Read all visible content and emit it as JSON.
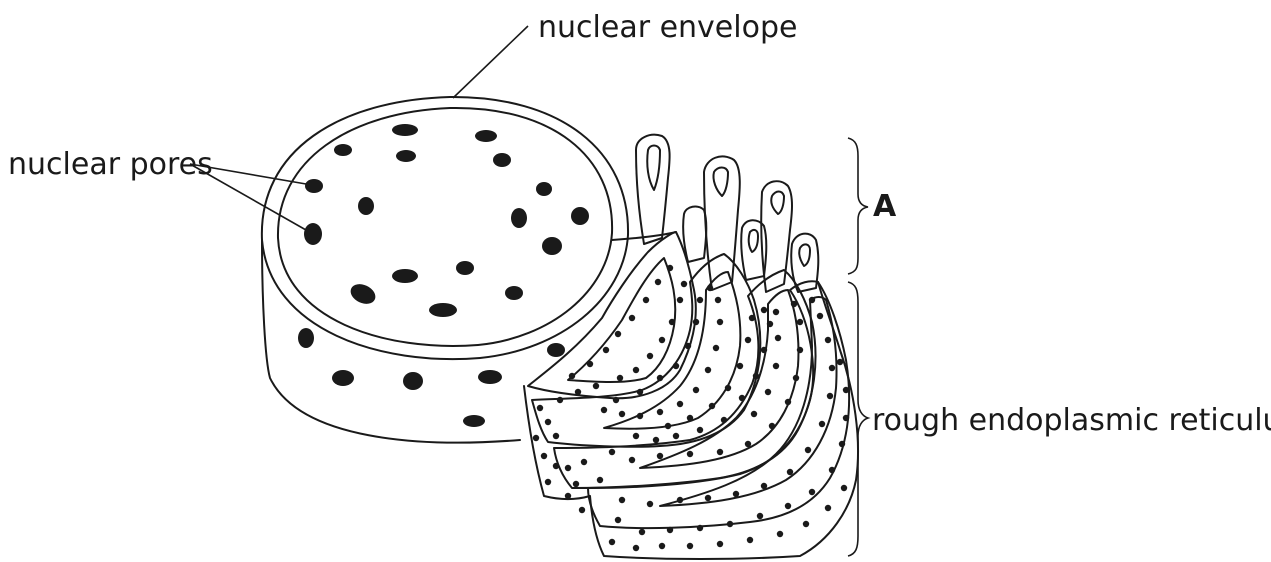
{
  "labels": {
    "nuclear_envelope": "nuclear envelope",
    "nuclear_pores": "nuclear pores",
    "region_a": "A",
    "rough_er": "rough endoplasmic reticulum"
  },
  "colors": {
    "ink": "#1a1a1a",
    "background": "#ffffff"
  }
}
